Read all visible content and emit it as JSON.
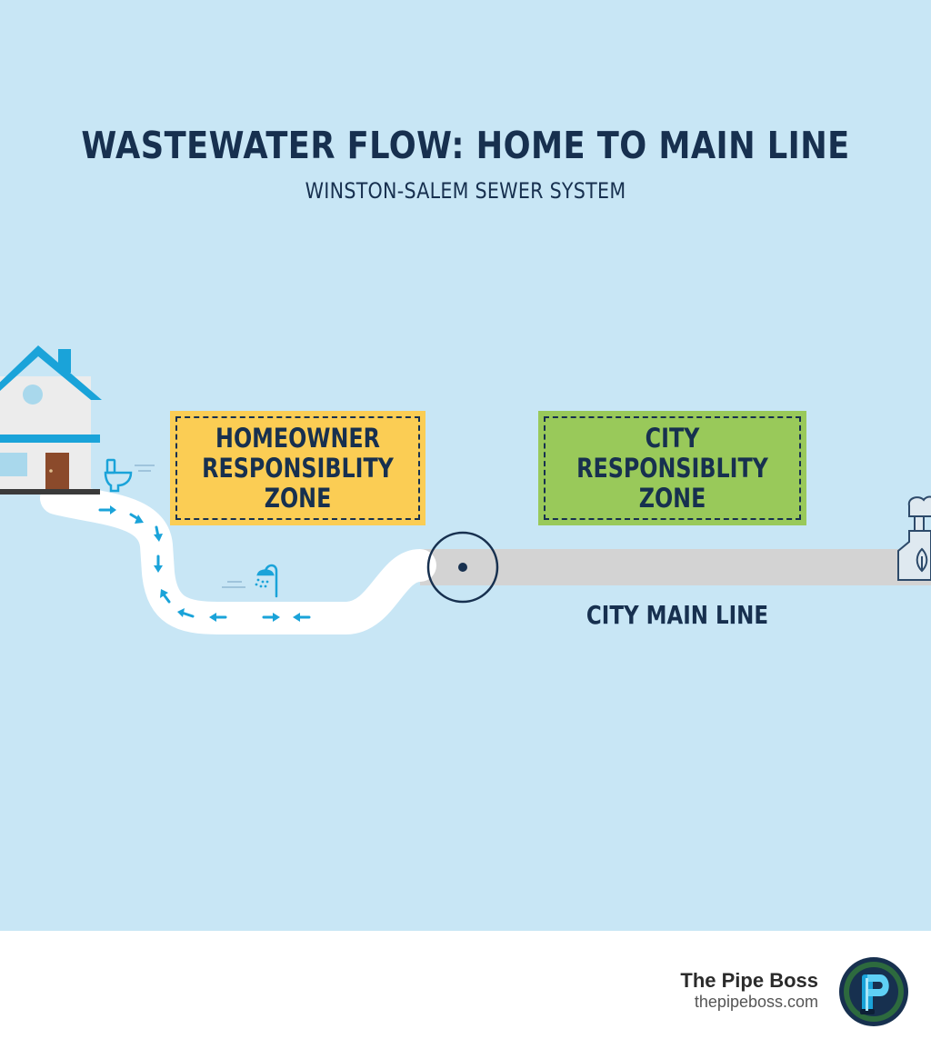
{
  "diagram": {
    "title": "WASTEWATER FLOW: HOME TO MAIN LINE",
    "subtitle": "WINSTON-SALEM SEWER SYSTEM",
    "zones": {
      "homeowner": "HOMEOWNER\nRESPONSIBLITY\nZONE",
      "city": "CITY\nRESPONSIBLITY\nZONE"
    },
    "main_line_label": "CITY MAIN LINE",
    "icons": [
      "house-icon",
      "toilet-icon",
      "shower-icon",
      "cleanout-icon",
      "treatment-plant-icon"
    ],
    "colors": {
      "background": "#c8e6f5",
      "title": "#17304f",
      "homeowner_zone": "#fbcd54",
      "city_zone": "#99c95a",
      "flow_arrows": "#1aa3d9",
      "main_line": "#d3d3d3"
    }
  },
  "footer": {
    "brand_name": "The Pipe Boss",
    "brand_url": "thepipeboss.com",
    "logo_icon": "pipe-boss-logo-icon"
  }
}
